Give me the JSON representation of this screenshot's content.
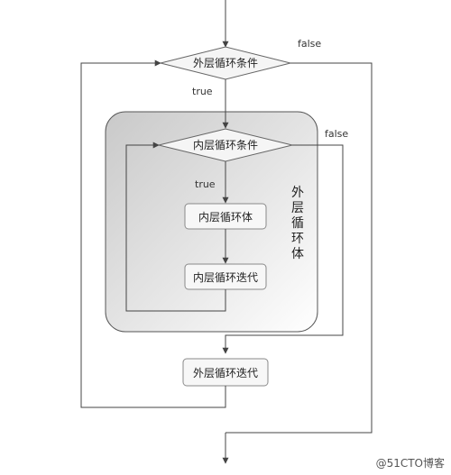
{
  "nodes": {
    "outer_condition": "外层循环条件",
    "inner_condition": "内层循环条件",
    "inner_body": "内层循环体",
    "inner_iteration": "内层循环迭代",
    "outer_iteration": "外层循环迭代"
  },
  "edge_labels": {
    "outer_true": "true",
    "outer_false": "false",
    "inner_true": "true",
    "inner_false": "false"
  },
  "container_label": [
    "外",
    "层",
    "循",
    "环",
    "体"
  ],
  "watermark": "@51CTO博客"
}
